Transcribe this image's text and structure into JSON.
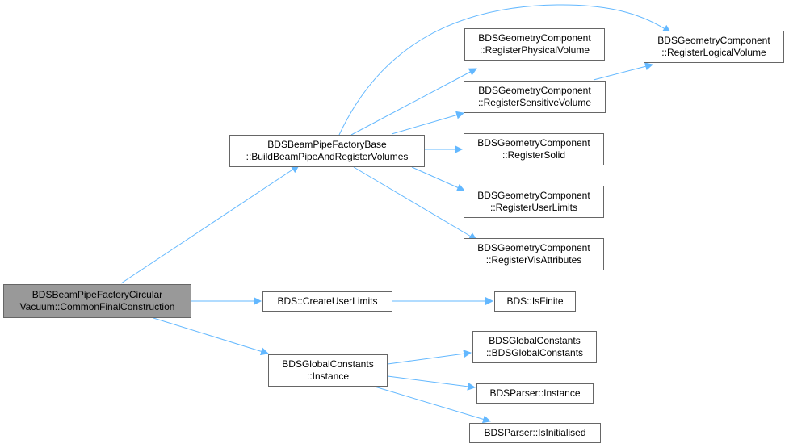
{
  "colors": {
    "edge": "#63b8ff",
    "border": "#666666",
    "root_fill": "#999999"
  },
  "nodes": {
    "root": {
      "line1": "BDSBeamPipeFactoryCircular",
      "line2": "Vacuum::CommonFinalConstruction"
    },
    "build": {
      "line1": "BDSBeamPipeFactoryBase",
      "line2": "::BuildBeamPipeAndRegisterVolumes"
    },
    "create_user_limits": {
      "line1": "BDS::CreateUserLimits"
    },
    "gc_instance": {
      "line1": "BDSGlobalConstants",
      "line2": "::Instance"
    },
    "reg_physical": {
      "line1": "BDSGeometryComponent",
      "line2": "::RegisterPhysicalVolume"
    },
    "reg_sensitive": {
      "line1": "BDSGeometryComponent",
      "line2": "::RegisterSensitiveVolume"
    },
    "reg_solid": {
      "line1": "BDSGeometryComponent",
      "line2": "::RegisterSolid"
    },
    "reg_userlimits": {
      "line1": "BDSGeometryComponent",
      "line2": "::RegisterUserLimits"
    },
    "reg_visattr": {
      "line1": "BDSGeometryComponent",
      "line2": "::RegisterVisAttributes"
    },
    "reg_logical": {
      "line1": "BDSGeometryComponent",
      "line2": "::RegisterLogicalVolume"
    },
    "is_finite": {
      "line1": "BDS::IsFinite"
    },
    "gc_ctor": {
      "line1": "BDSGlobalConstants",
      "line2": "::BDSGlobalConstants"
    },
    "parser_instance": {
      "line1": "BDSParser::Instance"
    },
    "parser_initialised": {
      "line1": "BDSParser::IsInitialised"
    }
  }
}
